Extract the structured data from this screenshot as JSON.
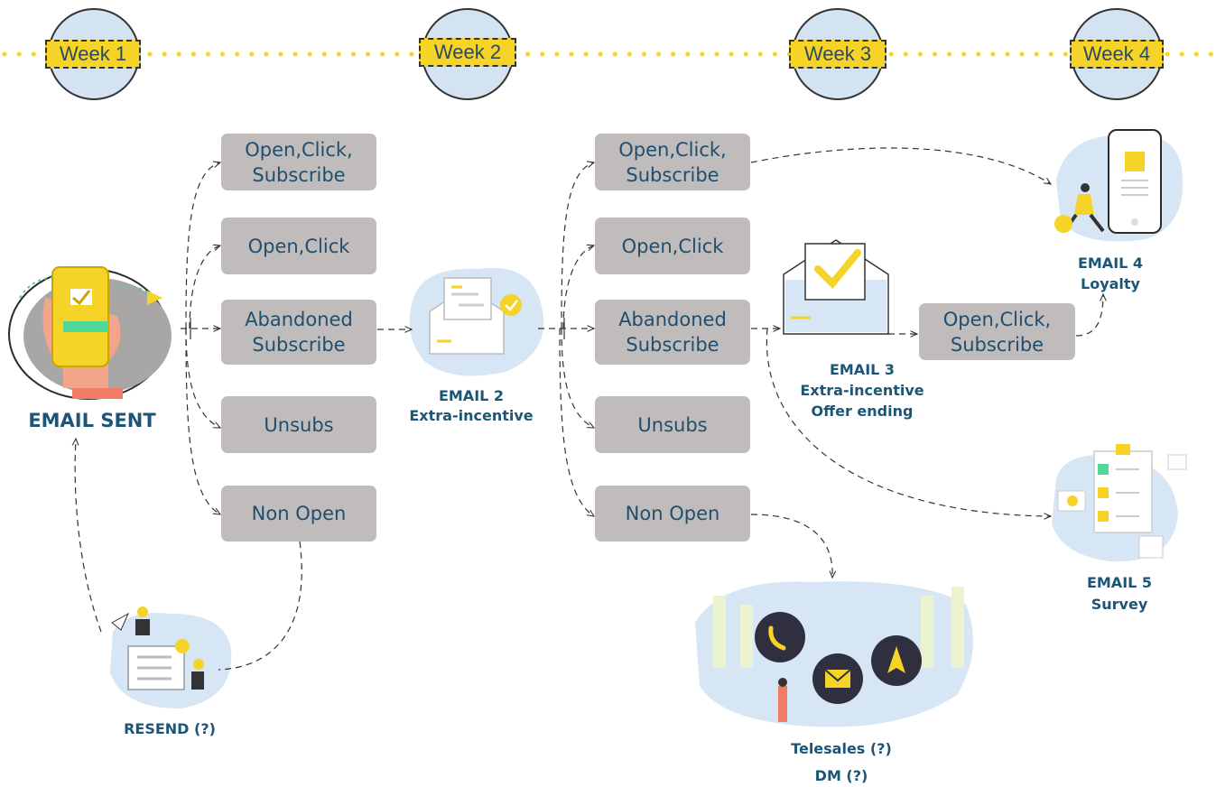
{
  "weeks": [
    "Week 1",
    "Week 2",
    "Week 3",
    "Week 4"
  ],
  "boxes_week1": [
    {
      "label": "Open,Click,\nSubscribe"
    },
    {
      "label": "Open,Click"
    },
    {
      "label": "Abandoned\nSubscribe"
    },
    {
      "label": "Unsubs"
    },
    {
      "label": "Non Open"
    }
  ],
  "boxes_week2": [
    {
      "label": "Open,Click,\nSubscribe"
    },
    {
      "label": "Open,Click"
    },
    {
      "label": "Abandoned\nSubscribe"
    },
    {
      "label": "Unsubs"
    },
    {
      "label": "Non Open"
    }
  ],
  "box_week3": {
    "label": "Open,Click,\nSubscribe"
  },
  "nodes": {
    "email_sent": "EMAIL SENT",
    "email2": {
      "title": "EMAIL 2",
      "subtitle": "Extra-incentive"
    },
    "email3": {
      "title": "EMAIL 3",
      "line2": "Extra-incentive",
      "line3": "Offer ending"
    },
    "email4": {
      "title": "EMAIL 4",
      "subtitle": "Loyalty"
    },
    "email5": {
      "title": "EMAIL 5",
      "subtitle": "Survey"
    },
    "resend": "RESEND (?)",
    "telesales": "Telesales (?)",
    "dm": "DM (?)"
  },
  "colors": {
    "accent_yellow": "#f5d327",
    "box_gray": "#c0bcbb",
    "text_blue": "#1d5577",
    "blob_blue": "#d6e6f5"
  }
}
